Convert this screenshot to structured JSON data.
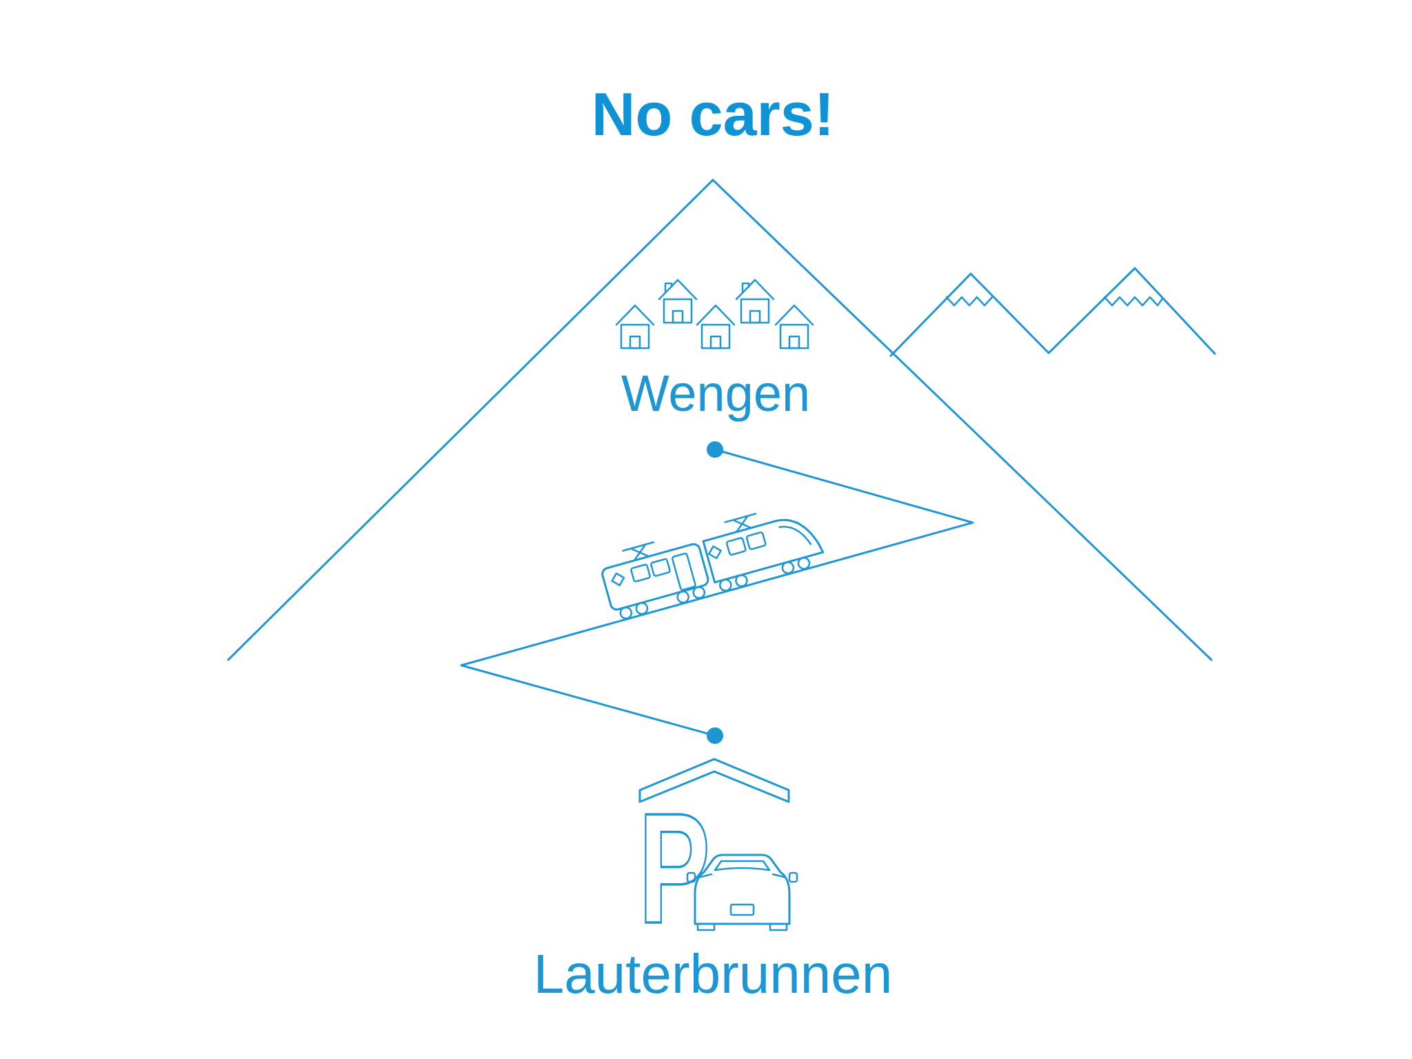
{
  "title": "No cars!",
  "colors": {
    "accent": "#1e96d4",
    "title": "#0e93d6"
  },
  "diagram": {
    "upper_station": {
      "label": "Wengen"
    },
    "lower_station": {
      "label": "Lauterbrunnen"
    },
    "parking_sign": {
      "letter": "P"
    },
    "icons": [
      "big-mountain-icon",
      "mountain-range-icon",
      "village-houses-icon",
      "cog-railway-line",
      "train-icon",
      "garage-roof-icon",
      "car-icon"
    ]
  }
}
